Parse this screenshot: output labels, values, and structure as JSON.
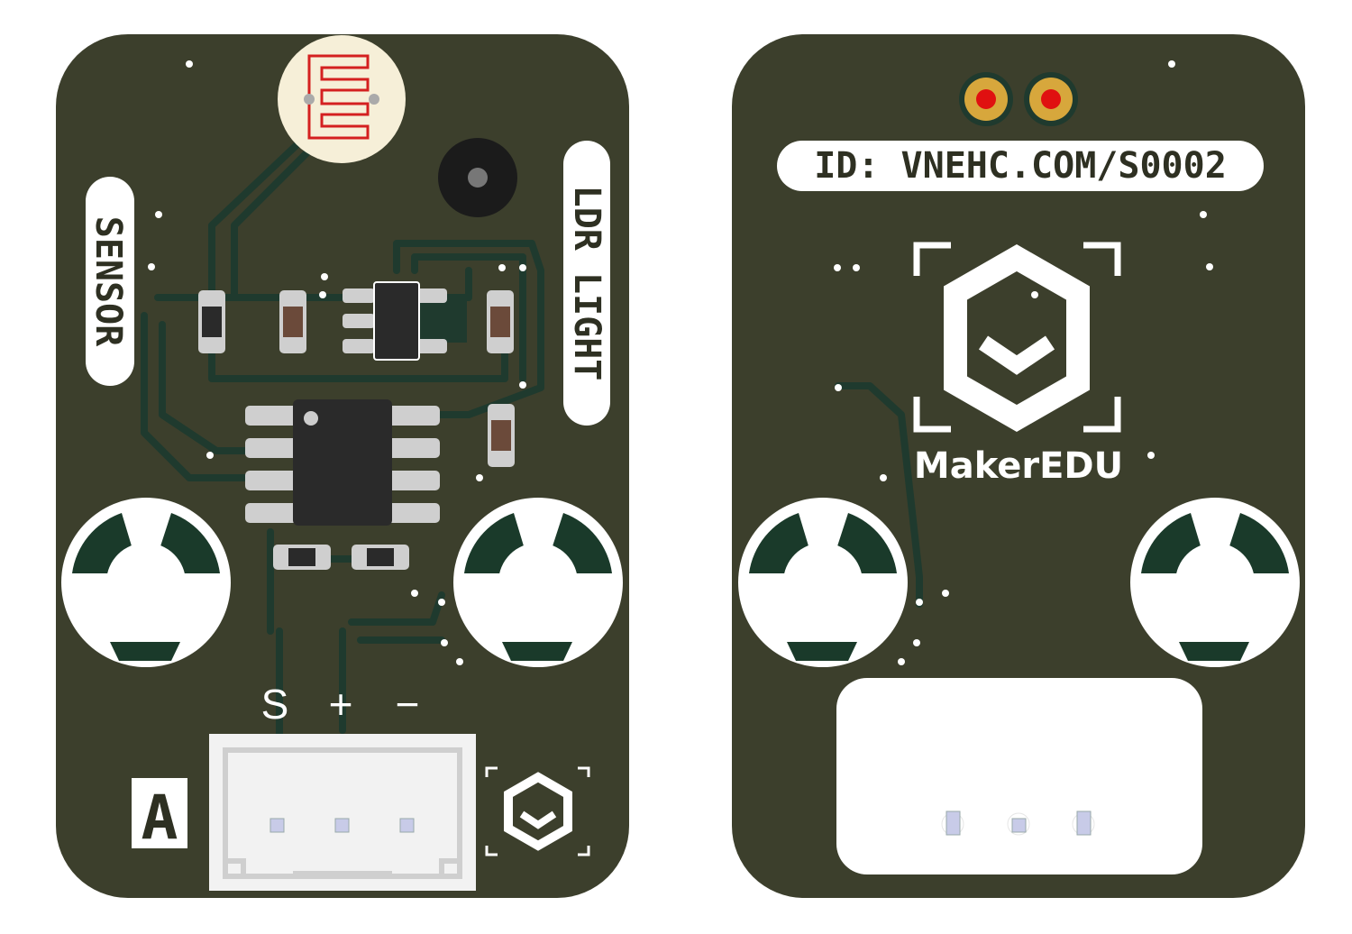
{
  "colors": {
    "pcb": "#3c3f2c",
    "trace": "#1f3a2e",
    "silk": "#ffffff",
    "silk_text": "#2e3022",
    "pad_green": "#1a3a2a",
    "gold": "#d7a73c",
    "drill": "#e01010",
    "ic_body": "#2a2a2a"
  },
  "front": {
    "sensor_label": "SENSOR",
    "ldr_label": "LDR LIGHT",
    "pin_s": "S",
    "pin_plus": "+",
    "pin_minus": "−",
    "port_letter": "A",
    "components": [
      "ldr-photoresistor",
      "ic-soic8",
      "ic-sot23-5",
      "resistor",
      "capacitor",
      "connector-3pin",
      "mounting-hole"
    ]
  },
  "back": {
    "id_label": "ID: VNEHC.COM/S0002",
    "brand": "MakerEDU"
  }
}
